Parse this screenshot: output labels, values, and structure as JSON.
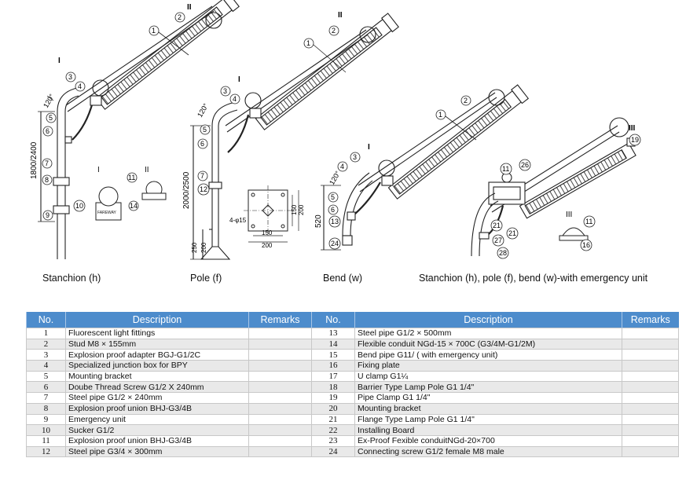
{
  "captions": {
    "stanchion": "Stanchion (h)",
    "pole": "Pole (f)",
    "bend": "Bend (w)",
    "emergency": "Stanchion (h), pole (f), bend (w)-with emergency unit"
  },
  "drawing": {
    "dims": {
      "stanchion_height": "1800/2400",
      "pole_height": "2000/2500",
      "pole_base_250": "250",
      "pole_base_200": "200",
      "bend_520": "520",
      "angle": "120°",
      "plate_holes": "4-φ15",
      "plate_150_w": "150",
      "plate_200_w": "200",
      "plate_150_h": "150",
      "plate_200_h": "200"
    },
    "detail_labels": {
      "detail_i": "I",
      "detail_ii": "II",
      "detail_iii": "III"
    },
    "callouts": {
      "n1": "1",
      "n2": "2",
      "n3": "3",
      "n4": "4",
      "n5": "5",
      "n6": "6",
      "n7": "7",
      "n8": "8",
      "n9": "9",
      "n10": "10",
      "n11": "11",
      "n12": "12",
      "n13": "13",
      "n14": "14",
      "n16": "16",
      "n19": "19",
      "n21": "21",
      "n24": "24",
      "n26": "26",
      "n27": "27",
      "n28": "28"
    },
    "box_text": "FAREWAY"
  },
  "table": {
    "headers": {
      "no": "No.",
      "description": "Description",
      "remarks": "Remarks",
      "no2": "No.",
      "description2": "Description",
      "remarks2": "Remarks"
    },
    "rows": [
      {
        "no": "1",
        "desc": "Fluorescent light fittings",
        "no2": "13",
        "desc2": "Steel pipe G1/2 × 500mm"
      },
      {
        "no": "2",
        "desc": "Stud M8 × 155mm",
        "no2": "14",
        "desc2": "Flexible conduit NGd-15 × 700C (G3/4M-G1/2M)"
      },
      {
        "no": "3",
        "desc": "Explosion proof adapter BGJ-G1/2C",
        "no2": "15",
        "desc2": "Bend pipe G11/ ( with emergency unit)"
      },
      {
        "no": "4",
        "desc": "Specialized junction box for BPY",
        "no2": "16",
        "desc2": "Fixing plate"
      },
      {
        "no": "5",
        "desc": "Mounting bracket",
        "no2": "17",
        "desc2": "U clamp G1¼"
      },
      {
        "no": "6",
        "desc": "Doube Thread Screw G1/2 X 240mm",
        "no2": "18",
        "desc2": "Barrier Type Lamp Pole G1 1/4\""
      },
      {
        "no": "7",
        "desc": "Steel pipe G1/2 × 240mm",
        "no2": "19",
        "desc2": "Pipe Clamp G1 1/4\""
      },
      {
        "no": "8",
        "desc": "Explosion proof union BHJ-G3/4B",
        "no2": "20",
        "desc2": "Mounting bracket"
      },
      {
        "no": "9",
        "desc": "Emergency unit",
        "no2": "21",
        "desc2": "Flange Type Lamp Pole G1 1/4\""
      },
      {
        "no": "10",
        "desc": "Sucker G1/2",
        "no2": "22",
        "desc2": "Installing Board"
      },
      {
        "no": "11",
        "desc": "Explosion proof union BHJ-G3/4B",
        "no2": "23",
        "desc2": "Ex-Proof Fexible conduitNGd-20×700"
      },
      {
        "no": "12",
        "desc": "Steel pipe G3/4 × 300mm",
        "no2": "24",
        "desc2": "Connecting screw G1/2 female M8 male"
      }
    ]
  }
}
